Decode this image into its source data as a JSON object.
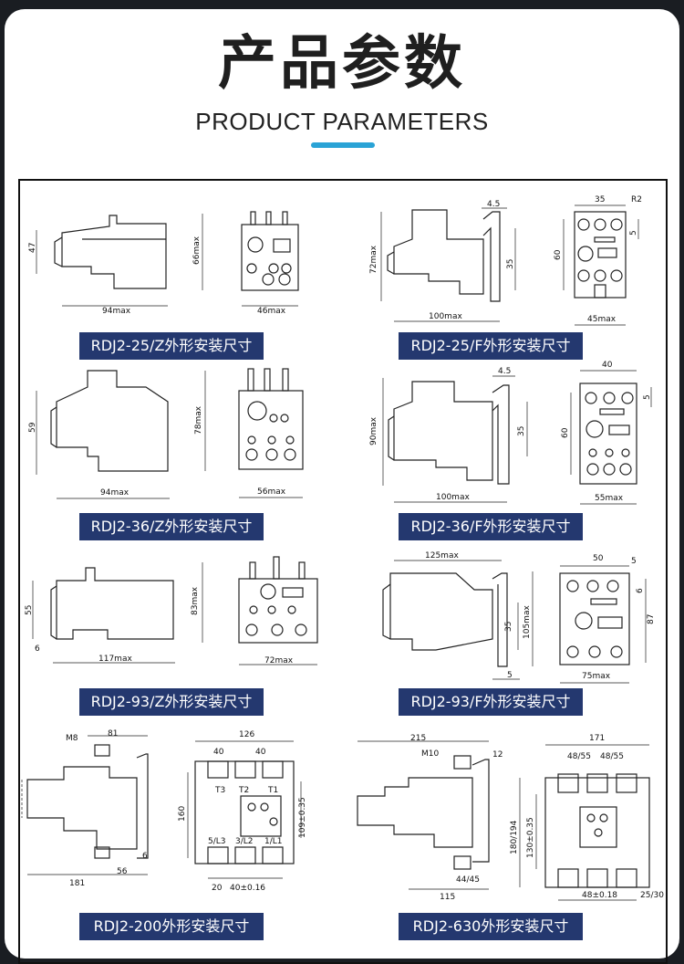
{
  "header": {
    "title": "产品参数",
    "subtitle": "PRODUCT PARAMETERS"
  },
  "accent_color": "#2aa3d6",
  "label_color": "#24386f",
  "drawings": [
    {
      "label": "RDJ2-25/Z外形安装尺寸",
      "dims": {
        "height_left": "47",
        "height_right": "66max",
        "width_side": "94max",
        "width_front": "46max"
      }
    },
    {
      "label": "RDJ2-25/F外形安装尺寸",
      "dims": {
        "top_small": "4.5",
        "height": "72max",
        "mid": "35",
        "width_side": "100max",
        "front_top": "35",
        "corner": "R2",
        "front_right": "5",
        "front_height": "60",
        "width_front": "45max"
      }
    },
    {
      "label": "RDJ2-36/Z外形安装尺寸",
      "dims": {
        "height_left": "59",
        "height_right": "78max",
        "width_side": "94max",
        "width_front": "56max"
      }
    },
    {
      "label": "RDJ2-36/F外形安装尺寸",
      "dims": {
        "top_small": "4.5",
        "height": "90max",
        "mid": "35",
        "width_side": "100max",
        "front_top": "40",
        "front_right": "5",
        "front_height": "60",
        "width_front": "55max"
      }
    },
    {
      "label": "RDJ2-93/Z外形安装尺寸",
      "dims": {
        "height_left": "55",
        "height_right": "83max",
        "bottom_small": "6",
        "width_side": "117max",
        "width_front": "72max"
      }
    },
    {
      "label": "RDJ2-93/F外形安装尺寸",
      "dims": {
        "top_width": "125max",
        "mid": "35",
        "height": "105max",
        "bottom_small": "5",
        "front_top": "50",
        "front_right_a": "5",
        "front_right_b": "6",
        "front_height": "87",
        "width_front": "75max"
      }
    },
    {
      "label": "RDJ2-200外形安装尺寸",
      "dims": {
        "bolt": "M8",
        "top_width": "81",
        "small_right": "6",
        "mid_small": "56",
        "bottom_width": "181",
        "front_width": "126",
        "pitch_a": "40",
        "pitch_b": "40",
        "height": "160",
        "inner_height": "109±0.35",
        "bottom_a": "20",
        "bottom_b": "40±0.16",
        "term_1": "T1",
        "term_2": "T2",
        "term_3": "T3",
        "term_4": "1/L1",
        "term_5": "3/L2",
        "term_6": "5/L3"
      }
    },
    {
      "label": "RDJ2-630外形安装尺寸",
      "dims": {
        "top_width": "215",
        "bolt": "M10",
        "right_small": "12",
        "bottom_small": "44/45",
        "bottom_width": "115",
        "front_width": "171",
        "pitch_a": "48/55",
        "pitch_b": "48/55",
        "height": "180/194",
        "inner_height": "130±0.35",
        "bottom_a": "48±0.18",
        "bottom_b": "25/30"
      }
    }
  ]
}
